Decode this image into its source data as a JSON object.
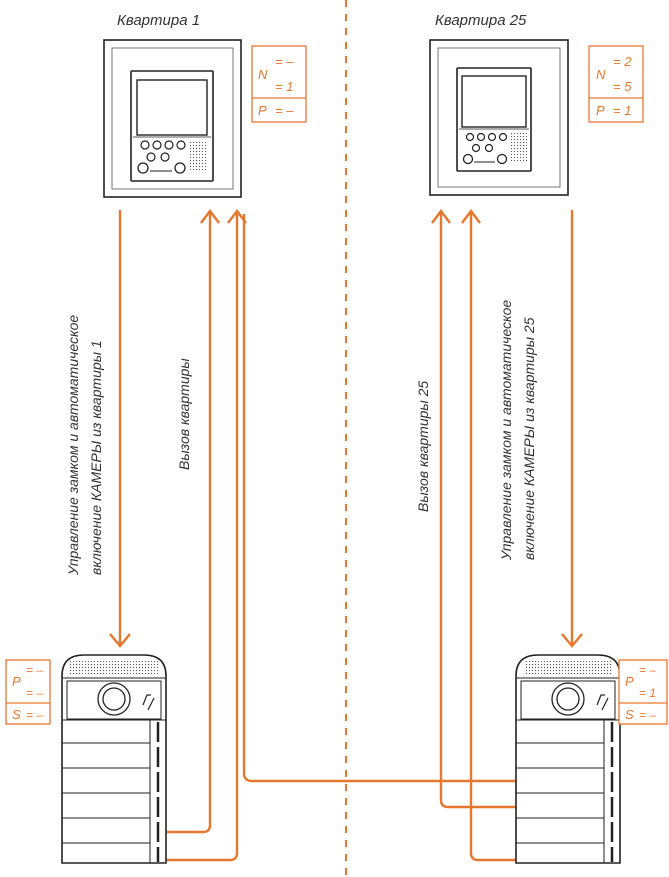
{
  "accent_color": "#e8772e",
  "apartment_1": {
    "title": "Квартира 1",
    "config": {
      "n_key": "N",
      "n_val1": "= –",
      "n_val2": "= 1",
      "p_key": "P",
      "p_val": "= –"
    }
  },
  "apartment_25": {
    "title": "Квартира 25",
    "config": {
      "n_key": "N",
      "n_val1": "= 2",
      "n_val2": "= 5",
      "p_key": "P",
      "p_val": "= 1"
    }
  },
  "panel_left": {
    "config": {
      "p_key": "P",
      "p_val1": "= –",
      "p_val2": "= –",
      "s_key": "S",
      "s_val": "= –"
    }
  },
  "panel_right": {
    "config": {
      "p_key": "P",
      "p_val1": "= –",
      "p_val2": "= 1",
      "s_key": "S",
      "s_val": "= –"
    }
  },
  "labels": {
    "control_1_line1": "Управление замком и автоматическое",
    "control_1_line2": "включение КАМЕРЫ из квартиры 1",
    "call_apartment": "Вызов квартиры",
    "call_apartment_25": "Вызов квартиры 25",
    "control_25_line1": "Управление замком и автоматическое",
    "control_25_line2": "включение КАМЕРЫ из квартиры 25"
  }
}
